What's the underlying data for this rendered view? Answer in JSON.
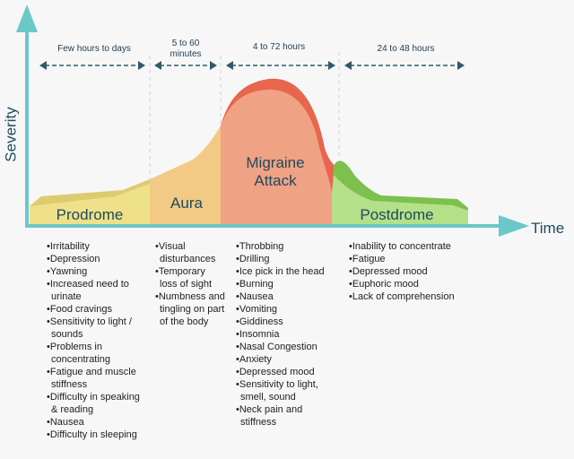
{
  "axes": {
    "y_label": "Severity",
    "x_label": "Time"
  },
  "colors": {
    "axis": "#6cc7c7",
    "prodrome": "#efe08a",
    "aura": "#f2c985",
    "attack": "#f0a284",
    "attack_peak": "#e8654e",
    "postdrome": "#b4e08a",
    "postdrome_dark": "#7dc04e",
    "arrow": "#2f5a6a"
  },
  "phases": [
    {
      "name": "Prodrome",
      "duration": "Few hours to days",
      "symptoms": [
        "Irritability",
        "Depression",
        "Yawning",
        "Increased need to urinate",
        "Food cravings",
        "Sensitivity to light / sounds",
        "Problems in concentrating",
        "Fatigue and muscle stiffness",
        "Difficulty in speaking & reading",
        "Nausea",
        "Difficulty in sleeping"
      ]
    },
    {
      "name": "Aura",
      "duration": "5 to 60 minutes",
      "symptoms": [
        "Visual disturbances",
        "Temporary loss of sight",
        "Numbness and tingling on part of the body"
      ]
    },
    {
      "name": "Migraine Attack",
      "duration": "4 to 72 hours",
      "symptoms": [
        "Throbbing",
        "Drilling",
        "Ice pick in the head",
        "Burning",
        "Nausea",
        "Vomiting",
        "Giddiness",
        "Insomnia",
        "Nasal Congestion",
        "Anxiety",
        "Depressed mood",
        "Sensitivity to light, smell, sound",
        "Neck pain and stiffness"
      ]
    },
    {
      "name": "Postdrome",
      "duration": "24 to 48 hours",
      "symptoms": [
        "Inability to concentrate",
        "Fatigue",
        "Depressed mood",
        "Euphoric mood",
        "Lack of comprehension"
      ]
    }
  ]
}
